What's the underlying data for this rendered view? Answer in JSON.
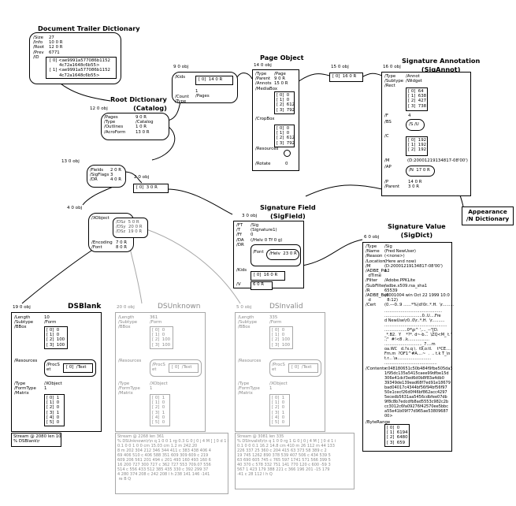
{
  "trailer": {
    "title": "Document Trailer Dictionary",
    "keys": "/Size\n/Info\n/Root\n/Prev\n/ID",
    "vals": "27\n10 0 R\n12 0 R\n6771",
    "id_arr": "[ 0] <ae9991a577086b1152\n       4c72a1648c6b55>\n[ 1] <ae9991a577086b1152\n       4c72a1648c6b55>"
  },
  "catalog": {
    "obj": "12 0 obj",
    "title": "Root Dictionary\n(Catalog)",
    "keys": "/Pages\n/Type\n/Outlines\n/AcroForm",
    "vals": "9 0 R\n/Catalog\n1 0 R\n13 0 R"
  },
  "pages": {
    "obj": "9 0 obj",
    "keys": "/Kids\n\n\n\n/Count\n/Type",
    "kids": "[ 0]  14 0 R",
    "vals": "1\n/Pages"
  },
  "page": {
    "obj": "14 0 obj",
    "title": "Page Object",
    "keys": "/Type\n/Parent\n/Annots\n/MediaBox",
    "vals": "/Page\n9 0 R\n15 0 R",
    "mediabox": "[ 0]  0\n[ 1]  0\n[ 2]  612\n[ 3]  792",
    "cropbox_key": "/CropBox",
    "cropbox": "[ 0]  0\n[ 1]  0\n[ 2]  612\n[ 3]  792",
    "resources_key": "/Resources",
    "rotate_key": "/Rotate",
    "rotate_val": "0"
  },
  "annots": {
    "obj": "15 0 obj",
    "val": "[ 0]  16 0 R"
  },
  "sigannot": {
    "obj": "16 0 obj",
    "title": "Signature Annotation\n(SigAnnot)",
    "keys": "/Type\n/Subtype\n/Rect",
    "vals": "/Annot\n/Widget",
    "rect": "[ 0]  64\n[ 1]  638\n[ 2]  427\n[ 3]  738",
    "f_key": "/F",
    "f_val": "4",
    "bs_key": "/BS",
    "bs_val": "/S /U",
    "c_key": "/C",
    "c_arr": "[ 0]  192\n[ 1]  192\n[ 2]  192",
    "m_key": "/M",
    "m_val": "(D:20001219134817-08'00')",
    "ap_key": "/AP",
    "ap_val": "/N  17 0 R",
    "tail_keys": "/P\n/Parent",
    "tail_vals": "14 0 R\n3 0 R"
  },
  "appearance": {
    "label": "Appearance\n/N Dictionary"
  },
  "acroform": {
    "obj": "13 0 obj",
    "keys": "/Fields\n/SigFlags\n/DR",
    "vals": "2 0 R\n3\n4 0 R"
  },
  "fields": {
    "obj": "2 0 obj",
    "val": "[ 0]  3 0 R"
  },
  "dr": {
    "obj": "4 0 obj",
    "xobj_key": "/XObject",
    "xobj": "/DSz  5 0 R\n/DSy  20 0 R\n/DSz  19 0 R",
    "keys": "/Encoding\n/Font",
    "vals": "7 0 R\n8 0 R"
  },
  "sigfield": {
    "obj": "3 0 obj",
    "title": "Signature Field\n(SigField)",
    "keys": "/FT\n/T\n/Ff\n/DA\n/DR",
    "vals": "/Sig\n(Signature1)\n0\n(/Helv 0 Tf 0 g)",
    "font_key": "/Font",
    "font_val": "/Helv  23 0 R",
    "kids_key": "/Kids",
    "kids_val": "[ 0]  16 0 R",
    "v_key": "/V",
    "v_val": "6 0 R"
  },
  "sigvalue": {
    "obj": "6 0 obj",
    "title": "Signature Value\n(SigDict)",
    "keys": "/Type\n/Name\n/Reason\n/Location\n/M\n/ADBE_Pw\n  dTime\n/Filter\n/SubFilter\n/R\n/ADBE_Buil\n  d\n/Cert",
    "vals": "/Sig\n(Fred NewUser)\n(<none>)\n(Here and now)\n(D:20001219134817-08'00')\n12\n\n/Adobe.PPKLite\n/adbe.x509.rsa_sha1\n65539\n(6001004 win Oct 22 1999 10:0\n  8:12)\n(0.---0..9 ......*%(d!0r..*.H.  \\r.........",
    "cert_extra": "..............................................\n..............................0..U....Fre\nd NewUse\\r0..0\\r..*.H.  \\r..........\n..................................................\n..................0*\\p^ ',..._--\"[D.\n_*.B2.  Y    *?*. d~-b...  \\ZQ<M_ t.\"\n.;\"  #!<8 ..k.................\n.............................._7....m\noa.WC   d.?x.q \\.  t9,o:tl.    t*CE.....\nFm.m  ?OF1^#A....~  .  .. t.k T_\\n\nt.r... \\a...........................\n..........................................",
    "contents_key": "/Contents",
    "contents": "<048180651c50b484f9fbe505da3\n1f95dc135a5415caee99dfbe15d\n306e41dcf3ed6d0b8f83a4db0\n39349de139ead68f7ed91e18679\nbad04017c4344bf56f94bf56f97\n50e1cecf26d0f46bf862acc4297\n5ecedb5631aa5456cdbfee07db\n9f8c8b7edcdfb8ad5553c982c2b\ncc3012c6fa09276f42570ee5bbc\na55e41b09f77d965ae53809687\n00>",
    "byterange_key": "/ByteRange",
    "byterange": "[ 0]  0\n[ 1]  6194\n[ 2]  6480\n[ 3]  659"
  },
  "dsblank": {
    "obj": "19 0 obj",
    "title": "DSBlank",
    "keys": "/Length\n/Subtype\n/BBox",
    "vals": "10\n/Form",
    "bbox": "[ 0]  0\n[ 1]  0\n[ 2]  100\n[ 3]  100",
    "res_key": "/Resources",
    "procset_key": "/ProcS\net",
    "procset_val": "[ 0]  /Text",
    "tail_keys": "/Type\n/FormType\n/Matrix",
    "tail_vals": "/XObject\n1",
    "matrix": "[ 0]  1\n[ 1]  0\n[ 2]  0\n[ 3]  1\n[ 4]  0\n[ 5]  0",
    "stream": "Stream @ 2080 len 10\n% DSBlank\\r"
  },
  "dsunknown": {
    "obj": "20 0 obj",
    "title": "DSUnknown",
    "keys": "/Length\n/Subtype\n/BBox",
    "vals": "361\n/Form",
    "bbox": "[ 0]  0\n[ 1]  0\n[ 2]  100\n[ 3]  100",
    "res_key": "/Resources",
    "procset_key": "/ProcS\net",
    "procset_val": "[ 0]  /Text",
    "tail_keys": "/Type\n/FormType\n/Matrix",
    "tail_vals": "/XObject\n1",
    "matrix": "[ 0]  1\n[ 1]  0\n[ 2]  0\n[ 3]  1\n[ 4]  0\n[ 5]  0",
    "stream": "Stream @ 2268 len 361\n% DSUnknown\\r\\n q 1 0 0 1 rg 0.3 G 0 J 0 j 4 M [ ] 0 d 1 i\n0.1 0 0 1 0 0 cm 15.03 cm 1.2 m 242.20\n8 m 202 304 212 346 344 411 c 383 438 406 4\n69 406 510 c 406 588 351 609 309 609 c 219\n609 206 561 201 494 c 201 493 160 493 160 6\n16 200 727 300 727 c 362 727 553 709.07 556\n514 c 556 433 512 385 435 330 c 392 299 37\n4 280 374 208 c 242 208 l h 238 141 146 -141\n re B Q"
  },
  "dsinvalid": {
    "obj": "5 0 obj",
    "title": "DSInvalid",
    "keys": "/Length\n/Subtype\n/BBox",
    "vals": "335\n/Form",
    "bbox": "[ 0]  0\n[ 1]  0\n[ 2]  100\n[ 3]  100",
    "res_key": "/Resources",
    "procset_key": "/ProcS\net",
    "procset_val": "[ 0]  /Text",
    "tail_keys": "/Type\n/FormType\n/Matrix",
    "tail_vals": "/XObject\n1",
    "matrix": "[ 0]  1\n[ 1]  0\n[ 2]  0\n[ 3]  1\n[ 4]  0\n[ 5]  0",
    "stream": "Stream @ 3081 len 335\n% DSInvalid\\r\\n q 1 0 0 rg 1 G 0 J 0 j 4 M [ ] 0 d 1 i\n0.1 0 0 0.1 16.2 14.8 cm 410 m 26 112 m 44 133\n226 337 25 360 c 204 415 63 373 58 389 c 2\n19 745 1262 890 378 539 407 506 c 434 539 5\n63 690 605 745 c 765 597 1741 571 566 399 5\n40 370 c 578 332 751 141 770 120 c 600 -59 3\n567 1 423 179 388 221 c 366 196 201 -15 179\n-41 c 28 112 l h Q"
  }
}
